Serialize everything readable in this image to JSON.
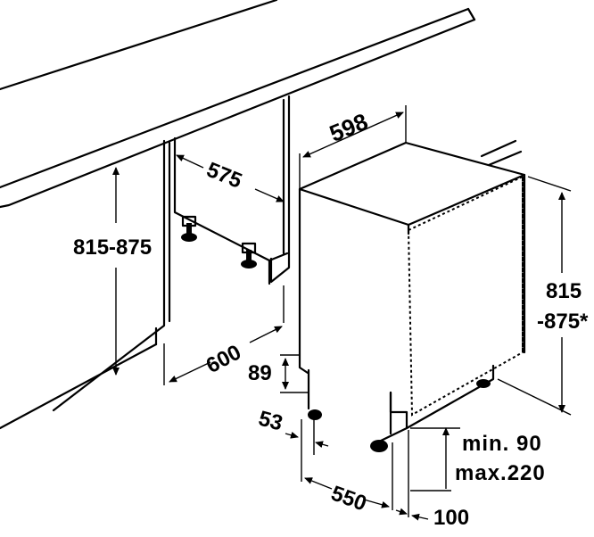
{
  "dimensions": {
    "cabinet_width": "598",
    "niche_depth": "575",
    "niche_height": "815-875",
    "niche_width": "600",
    "door_offset_top": "89",
    "door_offset_side": "53",
    "appliance_height_line1": "815",
    "appliance_height_line2": "-875*",
    "plinth_min": "min. 90",
    "plinth_max": "max.220",
    "appliance_depth": "550",
    "plinth_depth": "100"
  }
}
